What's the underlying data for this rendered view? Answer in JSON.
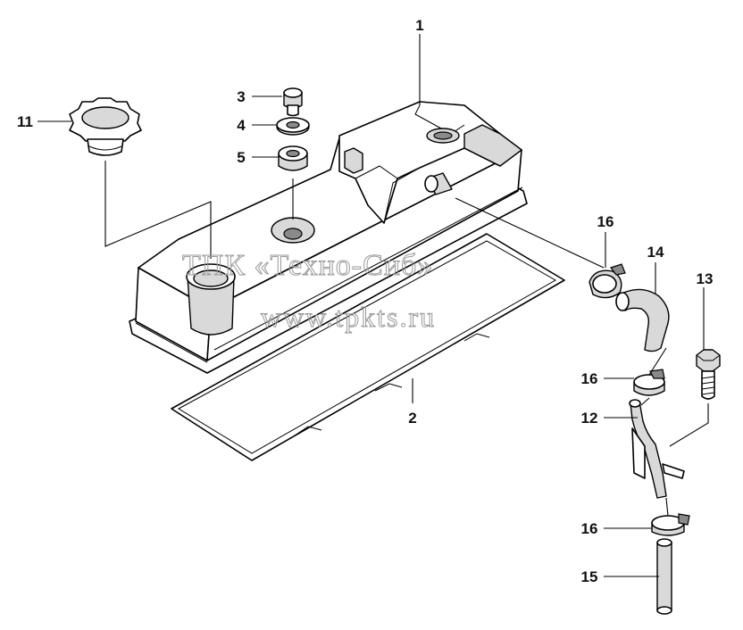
{
  "watermark": {
    "line1": "ТПК «Техно-Сиб»",
    "line2": "www.tpkts.ru"
  },
  "callouts": [
    {
      "id": "1",
      "label": "1",
      "part": "valve-cover"
    },
    {
      "id": "2",
      "label": "2",
      "part": "valve-cover-gasket"
    },
    {
      "id": "3",
      "label": "3",
      "part": "cover-bolt"
    },
    {
      "id": "4",
      "label": "4",
      "part": "washer"
    },
    {
      "id": "5",
      "label": "5",
      "part": "rubber-grommet"
    },
    {
      "id": "11",
      "label": "11",
      "part": "oil-filler-cap"
    },
    {
      "id": "12",
      "label": "12",
      "part": "breather-pipe"
    },
    {
      "id": "13",
      "label": "13",
      "part": "bracket-bolt"
    },
    {
      "id": "14",
      "label": "14",
      "part": "breather-hose"
    },
    {
      "id": "15",
      "label": "15",
      "part": "drain-tube"
    },
    {
      "id": "16a",
      "label": "16",
      "part": "hose-clamp-upper"
    },
    {
      "id": "16b",
      "label": "16",
      "part": "hose-clamp-middle"
    },
    {
      "id": "16c",
      "label": "16",
      "part": "hose-clamp-lower"
    }
  ]
}
